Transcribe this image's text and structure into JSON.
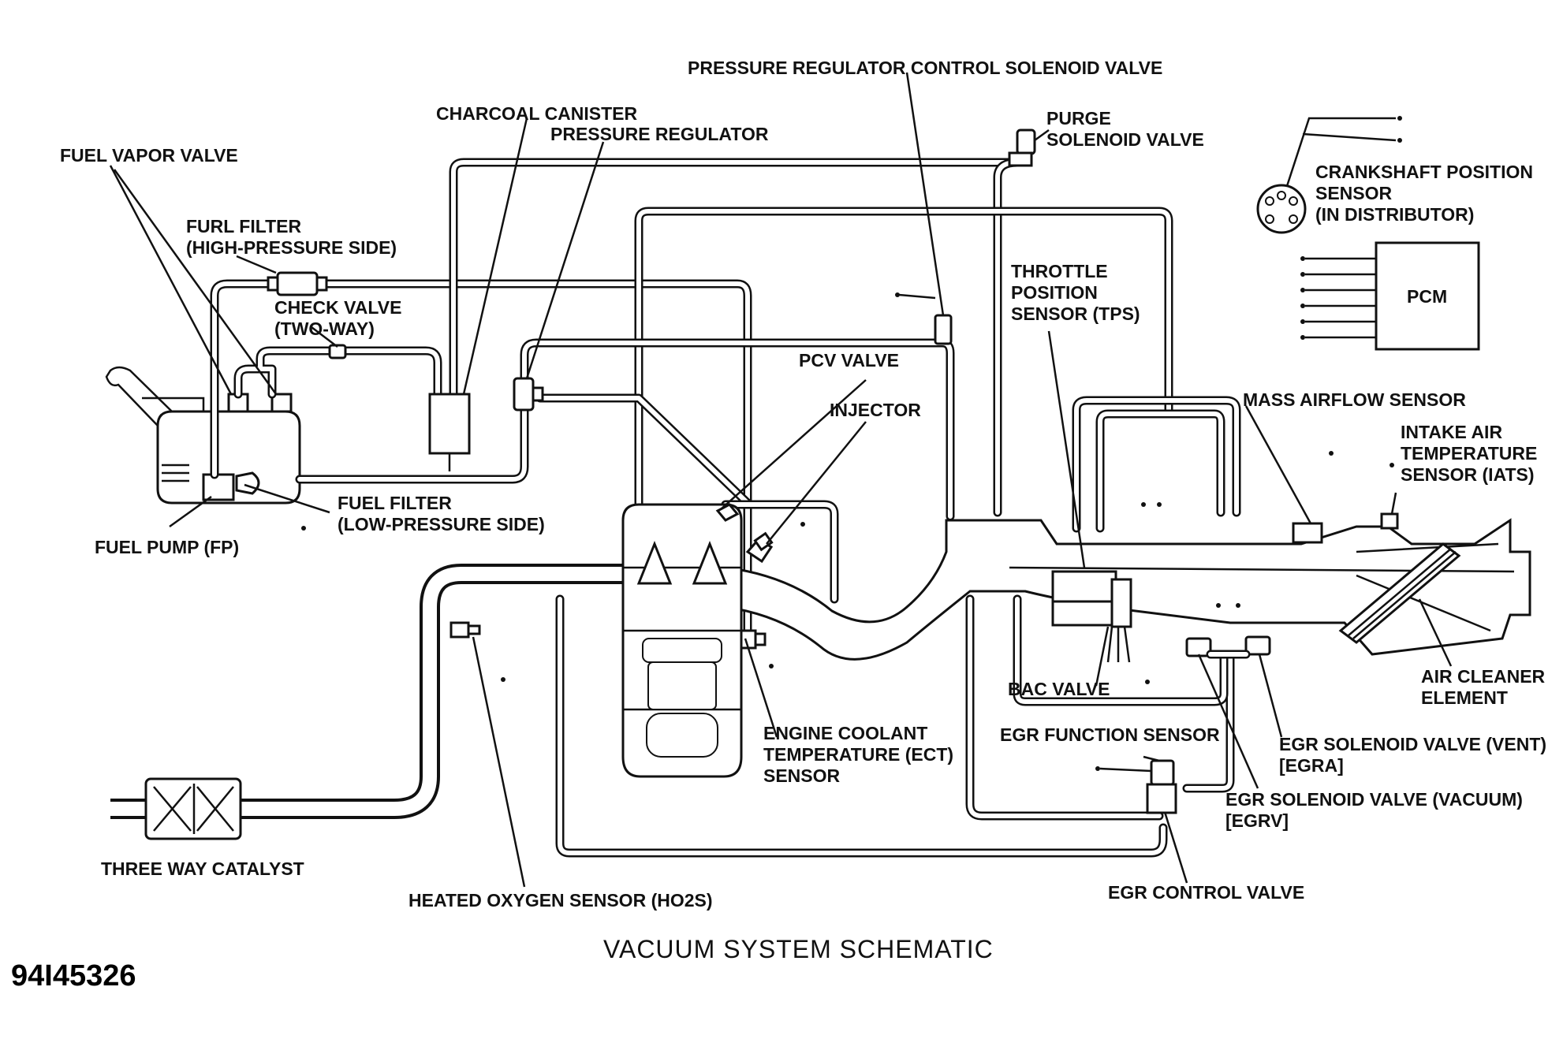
{
  "labels": {
    "pressure_regulator_control_solenoid_valve": "PRESSURE REGULATOR CONTROL SOLENOID VALVE",
    "purge_solenoid_valve_1": "PURGE",
    "purge_solenoid_valve_2": "SOLENOID VALVE",
    "charcoal_canister": "CHARCOAL CANISTER",
    "pressure_regulator": "PRESSURE REGULATOR",
    "fuel_vapor_valve": "FUEL  VAPOR VALVE",
    "crankshaft_position_sensor_1": "CRANKSHAFT POSITION",
    "crankshaft_position_sensor_2": "SENSOR",
    "crankshaft_position_sensor_3": "(IN DISTRIBUTOR)",
    "furl_filter_1": "FURL FILTER",
    "furl_filter_2": "(HIGH-PRESSURE SIDE)",
    "throttle_position_sensor_1": "THROTTLE",
    "throttle_position_sensor_2": "POSITION",
    "throttle_position_sensor_3": "SENSOR (TPS)",
    "pcm": "PCM",
    "check_valve_1": "CHECK VALVE",
    "check_valve_2": "(TWO-WAY)",
    "pcv_valve": "PCV VALVE",
    "mass_airflow_sensor": "MASS AIRFLOW SENSOR",
    "injector": "INJECTOR",
    "intake_air_temp_1": "INTAKE AIR",
    "intake_air_temp_2": "TEMPERATURE",
    "intake_air_temp_3": "SENSOR (IATS)",
    "fuel_filter_low_1": "FUEL FILTER",
    "fuel_filter_low_2": "(LOW-PRESSURE SIDE)",
    "fuel_pump": "FUEL PUMP (FP)",
    "air_cleaner_1": "AIR CLEANER",
    "air_cleaner_2": "ELEMENT",
    "bac_valve": "BAC VALVE",
    "ect_sensor_1": "ENGINE COOLANT",
    "ect_sensor_2": "TEMPERATURE (ECT)",
    "ect_sensor_3": "SENSOR",
    "egr_function_sensor": "EGR FUNCTION SENSOR",
    "egr_solenoid_vent_1": "EGR SOLENOID VALVE (VENT)",
    "egr_solenoid_vent_2": "[EGRA]",
    "egr_solenoid_vacuum_1": "EGR SOLENOID VALVE (VACUUM)",
    "egr_solenoid_vacuum_2": "[EGRV]",
    "three_way_catalyst": "THREE WAY CATALYST",
    "heated_oxygen_sensor": "HEATED OXYGEN SENSOR (HO2S)",
    "egr_control_valve": "EGR CONTROL VALVE"
  },
  "caption": "VACUUM SYSTEM SCHEMATIC",
  "figure_code": "94I45326"
}
